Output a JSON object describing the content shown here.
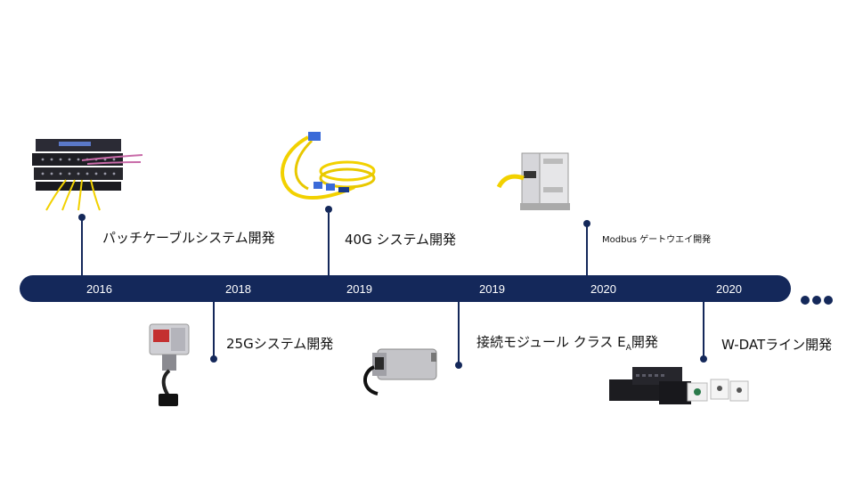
{
  "timeline": {
    "years": [
      "2016",
      "2018",
      "2019",
      "2019",
      "2020",
      "2020"
    ],
    "events": [
      {
        "label": "パッチケーブルシステム開発",
        "icon": "patch-panel-image"
      },
      {
        "label": "25Gシステム開発",
        "icon": "rj45-connector-image"
      },
      {
        "label": "40G システム開発",
        "icon": "fiber-cable-image"
      },
      {
        "label_pre": "接続モジュール クラス E",
        "label_sub": "A",
        "label_post": "開発",
        "icon": "connection-module-image"
      },
      {
        "label": "Modbus ゲートウエイ開発",
        "icon": "din-rail-gateway-image"
      },
      {
        "label": "W-DATライン開発",
        "icon": "network-devices-image"
      }
    ]
  },
  "colors": {
    "primary": "#14285a",
    "accent_cable": "#f2d100"
  }
}
